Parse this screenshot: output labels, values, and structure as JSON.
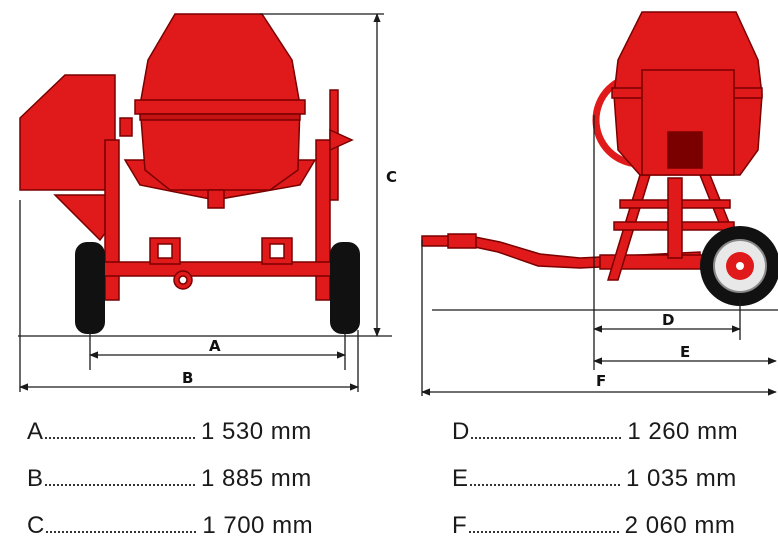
{
  "dimension_labels": [
    "A",
    "B",
    "C",
    "D",
    "E",
    "F"
  ],
  "specs": [
    {
      "letter": "A",
      "value": "1 530 mm"
    },
    {
      "letter": "B",
      "value": "1 885 mm"
    },
    {
      "letter": "C",
      "value": "1 700 mm"
    },
    {
      "letter": "D",
      "value": "1 260 mm"
    },
    {
      "letter": "E",
      "value": "1 035 mm"
    },
    {
      "letter": "F",
      "value": "2 060 mm"
    }
  ],
  "colors": {
    "body": "#e01a1a",
    "dark": "#7a0000",
    "tire": "#111111",
    "line": "#1a1a1a"
  }
}
